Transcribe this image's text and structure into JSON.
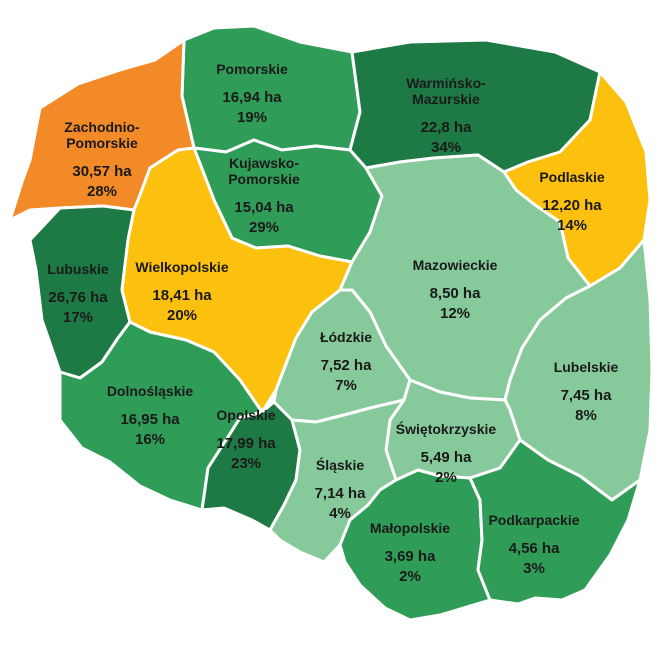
{
  "legend_colors": {
    "dark_green": "#1e7a45",
    "medium_green": "#2f9c58",
    "light_green": "#86c99b",
    "yellow": "#fcc10f",
    "orange": "#f28a28"
  },
  "regions": [
    {
      "id": "pomorskie",
      "name": [
        "Pomorskie"
      ],
      "area": "16,94 ha",
      "pct": "19%",
      "color": "#2f9c58"
    },
    {
      "id": "warminsko-mazurskie",
      "name": [
        "Warmińsko-",
        "Mazurskie"
      ],
      "area": "22,8 ha",
      "pct": "34%",
      "color": "#1e7a45"
    },
    {
      "id": "zachodnio-pomorskie",
      "name": [
        "Zachodnio-",
        "Pomorskie"
      ],
      "area": "30,57 ha",
      "pct": "28%",
      "color": "#f28a28"
    },
    {
      "id": "kujawsko-pomorskie",
      "name": [
        "Kujawsko-",
        "Pomorskie"
      ],
      "area": "15,04 ha",
      "pct": "29%",
      "color": "#2f9c58"
    },
    {
      "id": "podlaskie",
      "name": [
        "Podlaskie"
      ],
      "area": "12,20 ha",
      "pct": "14%",
      "color": "#fcc10f"
    },
    {
      "id": "lubuskie",
      "name": [
        "Lubuskie"
      ],
      "area": "26,76 ha",
      "pct": "17%",
      "color": "#1e7a45"
    },
    {
      "id": "wielkopolskie",
      "name": [
        "Wielkopolskie"
      ],
      "area": "18,41 ha",
      "pct": "20%",
      "color": "#fcc10f"
    },
    {
      "id": "mazowieckie",
      "name": [
        "Mazowieckie"
      ],
      "area": "8,50 ha",
      "pct": "12%",
      "color": "#86c99b"
    },
    {
      "id": "lodzkie",
      "name": [
        "Łódzkie"
      ],
      "area": "7,52 ha",
      "pct": "7%",
      "color": "#86c99b"
    },
    {
      "id": "lubelskie",
      "name": [
        "Lubelskie"
      ],
      "area": "7,45 ha",
      "pct": "8%",
      "color": "#86c99b"
    },
    {
      "id": "dolnoslaskie",
      "name": [
        "Dolnośląskie"
      ],
      "area": "16,95 ha",
      "pct": "16%",
      "color": "#2f9c58"
    },
    {
      "id": "opolskie",
      "name": [
        "Opolskie"
      ],
      "area": "17,99 ha",
      "pct": "23%",
      "color": "#1e7a45"
    },
    {
      "id": "swietokrzyskie",
      "name": [
        "Świętokrzyskie"
      ],
      "area": "5,49 ha",
      "pct": "2%",
      "color": "#86c99b"
    },
    {
      "id": "slaskie",
      "name": [
        "Śląskie"
      ],
      "area": "7,14 ha",
      "pct": "4%",
      "color": "#86c99b"
    },
    {
      "id": "malopolskie",
      "name": [
        "Małopolskie"
      ],
      "area": "3,69 ha",
      "pct": "2%",
      "color": "#2f9c58"
    },
    {
      "id": "podkarpackie",
      "name": [
        "Podkarpackie"
      ],
      "area": "4,56 ha",
      "pct": "3%",
      "color": "#2f9c58"
    }
  ]
}
